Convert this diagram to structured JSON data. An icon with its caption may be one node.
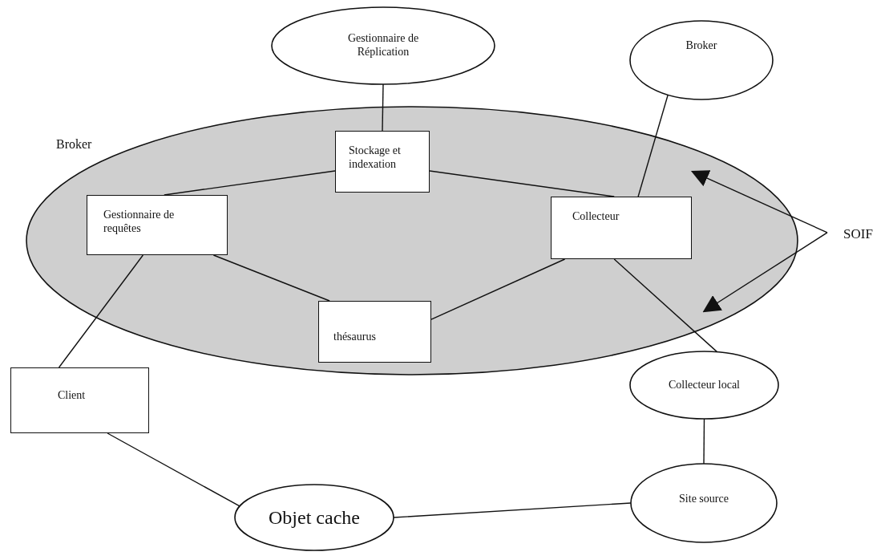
{
  "diagram": {
    "nodes": [
      {
        "text": [
          "Broker"
        ]
      },
      {
        "text": [
          "Gestionnaire de Réplication"
        ]
      },
      {
        "text": [
          "Stockage et indexation"
        ],
        "in": 0
      },
      {
        "text": [
          "Gestionnaire de requêtes"
        ],
        "in": 0
      },
      {
        "text": [
          "Collecteur"
        ],
        "in": 0
      },
      {
        "text": [
          "thésaurus"
        ],
        "in": 0
      },
      {
        "text": [
          "Broker"
        ]
      },
      {
        "text": [
          "SOIF"
        ]
      },
      {
        "text": [
          "Client"
        ]
      },
      {
        "text": [
          "Collecteur local"
        ]
      },
      {
        "text": [
          "Objet cache"
        ]
      },
      {
        "text": [
          "Site source"
        ]
      }
    ],
    "edges": [
      {
        "from": 1,
        "to": 2,
        "arrow": "none"
      },
      {
        "from": 2,
        "to": 3,
        "arrow": "none"
      },
      {
        "from": 2,
        "to": 4,
        "arrow": "none"
      },
      {
        "from": 3,
        "to": 5,
        "arrow": "none"
      },
      {
        "from": 5,
        "to": 4,
        "arrow": "none"
      },
      {
        "from": 4,
        "to": 6,
        "arrow": "none"
      },
      {
        "from": 3,
        "to": 8,
        "arrow": "none"
      },
      {
        "from": 4,
        "to": 9,
        "arrow": "none"
      },
      {
        "from": 8,
        "to": 10,
        "arrow": "none"
      },
      {
        "from": 10,
        "to": 11,
        "arrow": "none"
      },
      {
        "from": 9,
        "to": 11,
        "arrow": "none"
      },
      {
        "from": 7,
        "to": 0,
        "arrow": "to"
      },
      {
        "from": 7,
        "to": 0,
        "arrow": "to"
      }
    ]
  }
}
